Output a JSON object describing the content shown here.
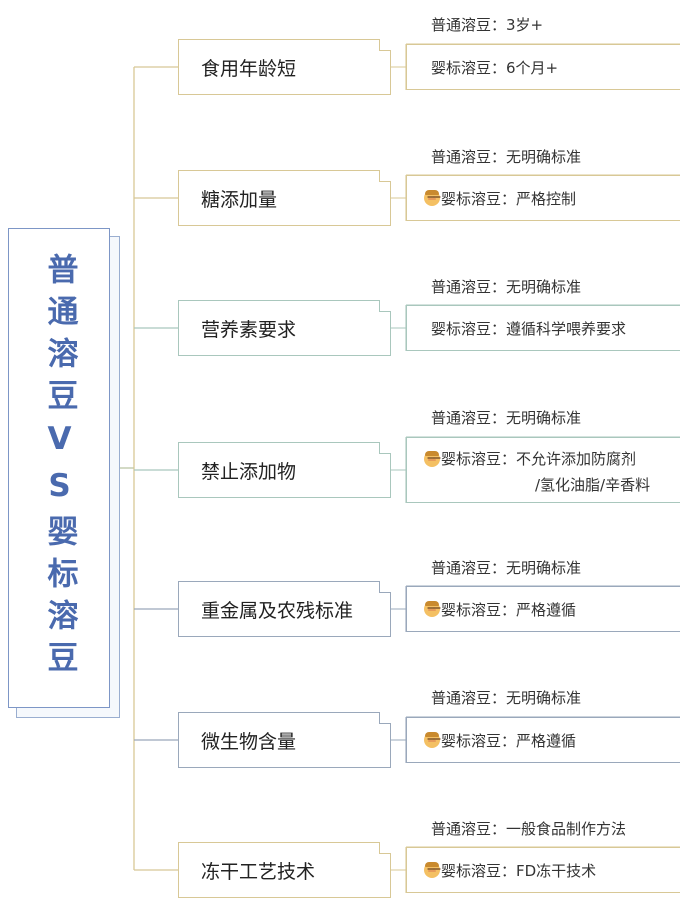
{
  "root_title": "普通溶豆VS婴标溶豆",
  "colors": {
    "root": "#4a6aae",
    "gold": "#d8c896",
    "green": "#a9c7bd",
    "slate": "#9aa8bb"
  },
  "categories": [
    {
      "name": "食用年龄短",
      "normal": "普通溶豆：3岁+",
      "infant": "婴标溶豆：6个月+",
      "infant_icon": ""
    },
    {
      "name": "糖添加量",
      "normal": "普通溶豆：无明确标准",
      "infant": "婴标溶豆：严格控制",
      "infant_icon": "baby-face-icon"
    },
    {
      "name": "营养素要求",
      "normal": "普通溶豆：无明确标准",
      "infant": "婴标溶豆：遵循科学喂养要求",
      "infant_icon": ""
    },
    {
      "name": "禁止添加物",
      "normal": "普通溶豆：无明确标准",
      "infant": "婴标溶豆：不允许添加防腐剂",
      "infant_line2": "/氢化油脂/辛香料",
      "infant_icon": "baby-face-icon"
    },
    {
      "name": "重金属及农残标准",
      "normal": "普通溶豆：无明确标准",
      "infant": "婴标溶豆：严格遵循",
      "infant_icon": "baby-face-icon"
    },
    {
      "name": "微生物含量",
      "normal": "普通溶豆：无明确标准",
      "infant": "婴标溶豆：严格遵循",
      "infant_icon": "baby-face-icon"
    },
    {
      "name": "冻干工艺技术",
      "normal": "普通溶豆：一般食品制作方法",
      "infant": "婴标溶豆：FD冻干技术",
      "infant_icon": "baby-face-icon"
    }
  ]
}
